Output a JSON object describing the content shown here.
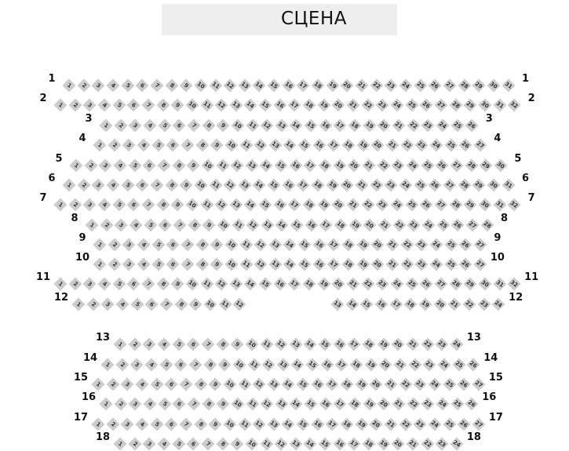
{
  "stage": {
    "label": "СЦЕНА"
  },
  "colors": {
    "seat": "#cccccc",
    "stage": "#eeeeee"
  },
  "rows": [
    {
      "label": "1",
      "blocks": [
        [
          1,
          31
        ]
      ]
    },
    {
      "label": "2",
      "blocks": [
        [
          1,
          32
        ]
      ]
    },
    {
      "label": "3",
      "blocks": [
        [
          1,
          26
        ]
      ]
    },
    {
      "label": "4",
      "blocks": [
        [
          1,
          27
        ]
      ]
    },
    {
      "label": "5",
      "blocks": [
        [
          1,
          30
        ]
      ]
    },
    {
      "label": "6",
      "blocks": [
        [
          1,
          31
        ]
      ]
    },
    {
      "label": "7",
      "blocks": [
        [
          1,
          32
        ]
      ]
    },
    {
      "label": "8",
      "blocks": [
        [
          1,
          28
        ]
      ]
    },
    {
      "label": "9",
      "blocks": [
        [
          1,
          27
        ]
      ]
    },
    {
      "label": "10",
      "blocks": [
        [
          1,
          27
        ]
      ]
    },
    {
      "label": "11",
      "blocks": [
        [
          1,
          32
        ]
      ]
    },
    {
      "label": "12",
      "blocks": [
        [
          1,
          12
        ],
        [
          13,
          24
        ]
      ]
    },
    {
      "label": "13",
      "blocks": [
        [
          1,
          24
        ]
      ]
    },
    {
      "label": "14",
      "blocks": [
        [
          1,
          26
        ]
      ]
    },
    {
      "label": "15",
      "blocks": [
        [
          1,
          27
        ]
      ]
    },
    {
      "label": "16",
      "blocks": [
        [
          1,
          26
        ]
      ]
    },
    {
      "label": "17",
      "blocks": [
        [
          1,
          27
        ]
      ]
    },
    {
      "label": "18",
      "blocks": [
        [
          1,
          24
        ]
      ]
    }
  ]
}
